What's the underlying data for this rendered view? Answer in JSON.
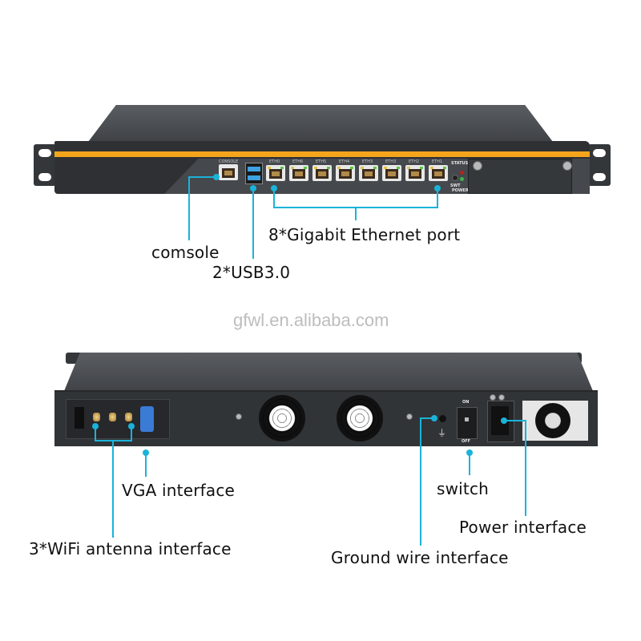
{
  "watermark": "gfwl.en.alibaba.com",
  "colors": {
    "accent_stripe": "#f4a51c",
    "callout_line": "#1ab3d9",
    "chassis": "#2e3033",
    "label_text": "#111111",
    "watermark": "#bdbdbd"
  },
  "front_panel": {
    "console_port_label": "CONSOLE",
    "ethernet_port_labels": [
      "ETH0",
      "ETH6",
      "ETH5",
      "ETH4",
      "ETH3",
      "ETH3",
      "ETH2",
      "ETH1"
    ],
    "status_label": "STATUS",
    "swt_label": "SWT",
    "power_label": "POWER",
    "callouts": {
      "console": "comsole",
      "usb": "2*USB3.0",
      "ethernet": "8*Gigabit Ethernet port"
    }
  },
  "rear_panel": {
    "switch_on_label": "ON",
    "switch_off_label": "OFF",
    "ground_symbol": "⏚",
    "callouts": {
      "vga": "VGA interface",
      "wifi": "3*WiFi antenna interface",
      "switch": "switch",
      "power": "Power interface",
      "ground": "Ground wire interface"
    }
  }
}
